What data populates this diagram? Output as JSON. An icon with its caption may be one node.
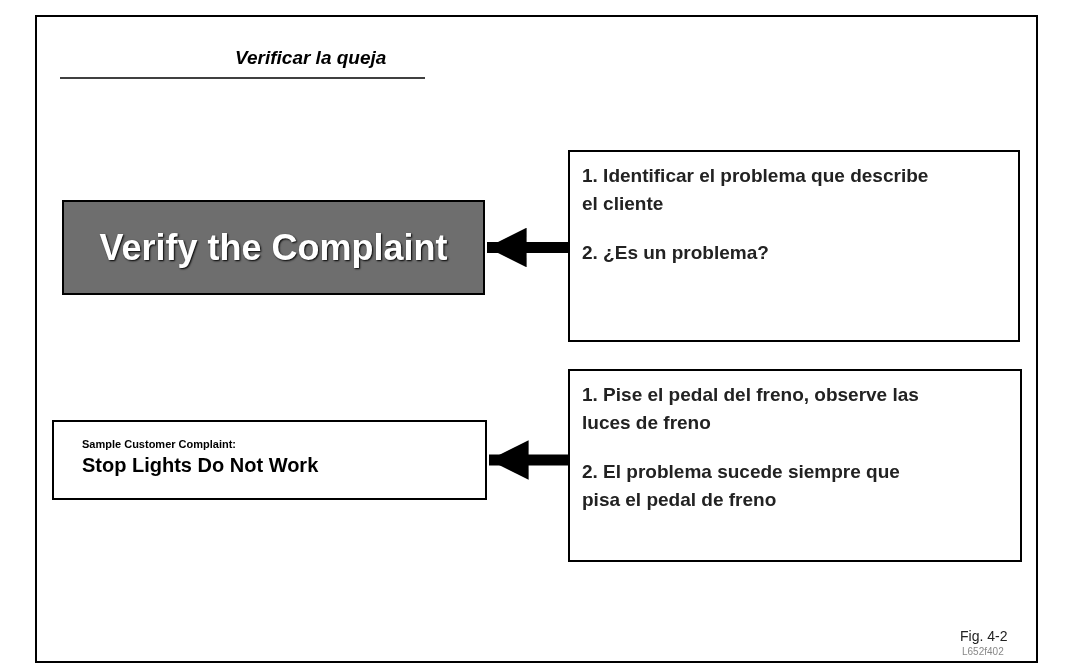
{
  "diagram": {
    "title": "Verificar la queja",
    "nodes": [
      {
        "text": [
          "Verify the Complaint"
        ]
      },
      {
        "text": [
          "1. Identificar el problema que describe el cliente",
          "2. ¿Es un problema?"
        ]
      },
      {
        "text": [
          "Sample Customer Complaint:",
          "Stop Lights Do Not Work"
        ]
      },
      {
        "text": [
          "1. Pise el pedal del freno, observe las luces de freno",
          "2. El problema sucede siempre que pisa el pedal de freno"
        ]
      }
    ],
    "edges": [
      {
        "from": 1,
        "to": 0,
        "arrow": "to"
      },
      {
        "from": 3,
        "to": 2,
        "arrow": "to"
      }
    ],
    "labels": [
      "Fig. 4-2",
      "L652f402"
    ]
  }
}
